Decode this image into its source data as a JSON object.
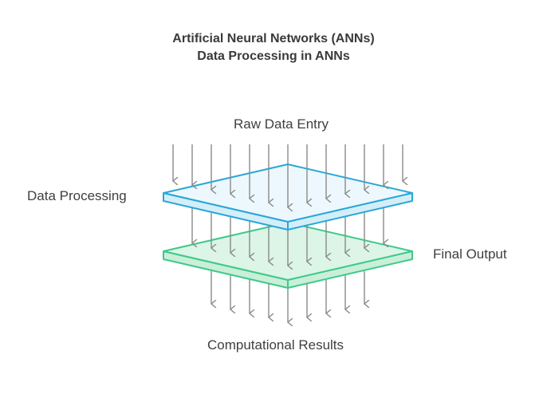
{
  "title": {
    "line1": "Artificial Neural Networks (ANNs)",
    "line2": "Data Processing in ANNs"
  },
  "labels": {
    "top": "Raw Data Entry",
    "left": "Data Processing",
    "right": "Final Output",
    "bottom": "Computational Results"
  },
  "colors": {
    "upper_layer_fill": "#e8f6fd",
    "upper_layer_stroke": "#2aa7d8",
    "lower_layer_fill": "#dcf5e6",
    "lower_layer_stroke": "#3ec98a",
    "arrow": "#8a8a8a"
  }
}
